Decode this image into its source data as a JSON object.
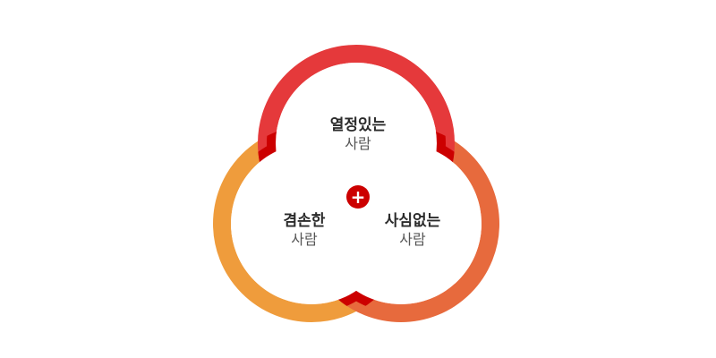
{
  "diagram": {
    "center_symbol": "+",
    "circles": [
      {
        "id": "top",
        "line1": "열정있는",
        "line2": "사람",
        "color": "#e5393b"
      },
      {
        "id": "left",
        "line1": "겸손한",
        "line2": "사람",
        "color": "#ef9c3c"
      },
      {
        "id": "right",
        "line1": "사심없는",
        "line2": "사람",
        "color": "#e76a3d"
      }
    ],
    "overlap_color": "#cc0000",
    "plus_color": "#cc0000"
  }
}
